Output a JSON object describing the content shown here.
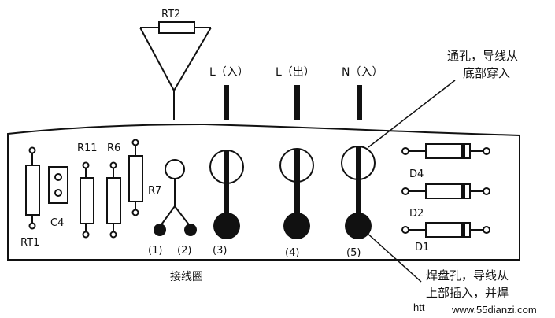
{
  "labels": {
    "rt2": "RT2",
    "l_in": "L（入）",
    "l_out": "L（出）",
    "n_in": "N（入）",
    "via_hole_line1": "通孔，导线从",
    "via_hole_line2": "底部穿入",
    "r11": "R11",
    "r6": "R6",
    "r7": "R7",
    "c4": "C4",
    "rt1": "RT1",
    "d4": "D4",
    "d2": "D2",
    "d1": "D1",
    "pad1": "(1)",
    "pad2": "(2)",
    "pad3": "(3)",
    "pad4": "(4)",
    "pad5": "(5)",
    "coil": "接线圈",
    "solder_pad_line1": "焊盘孔，导线从",
    "solder_pad_line2": "上部插入，并焊"
  },
  "watermark": {
    "prefix": "htt",
    "site": "www.55dianzi.com"
  }
}
